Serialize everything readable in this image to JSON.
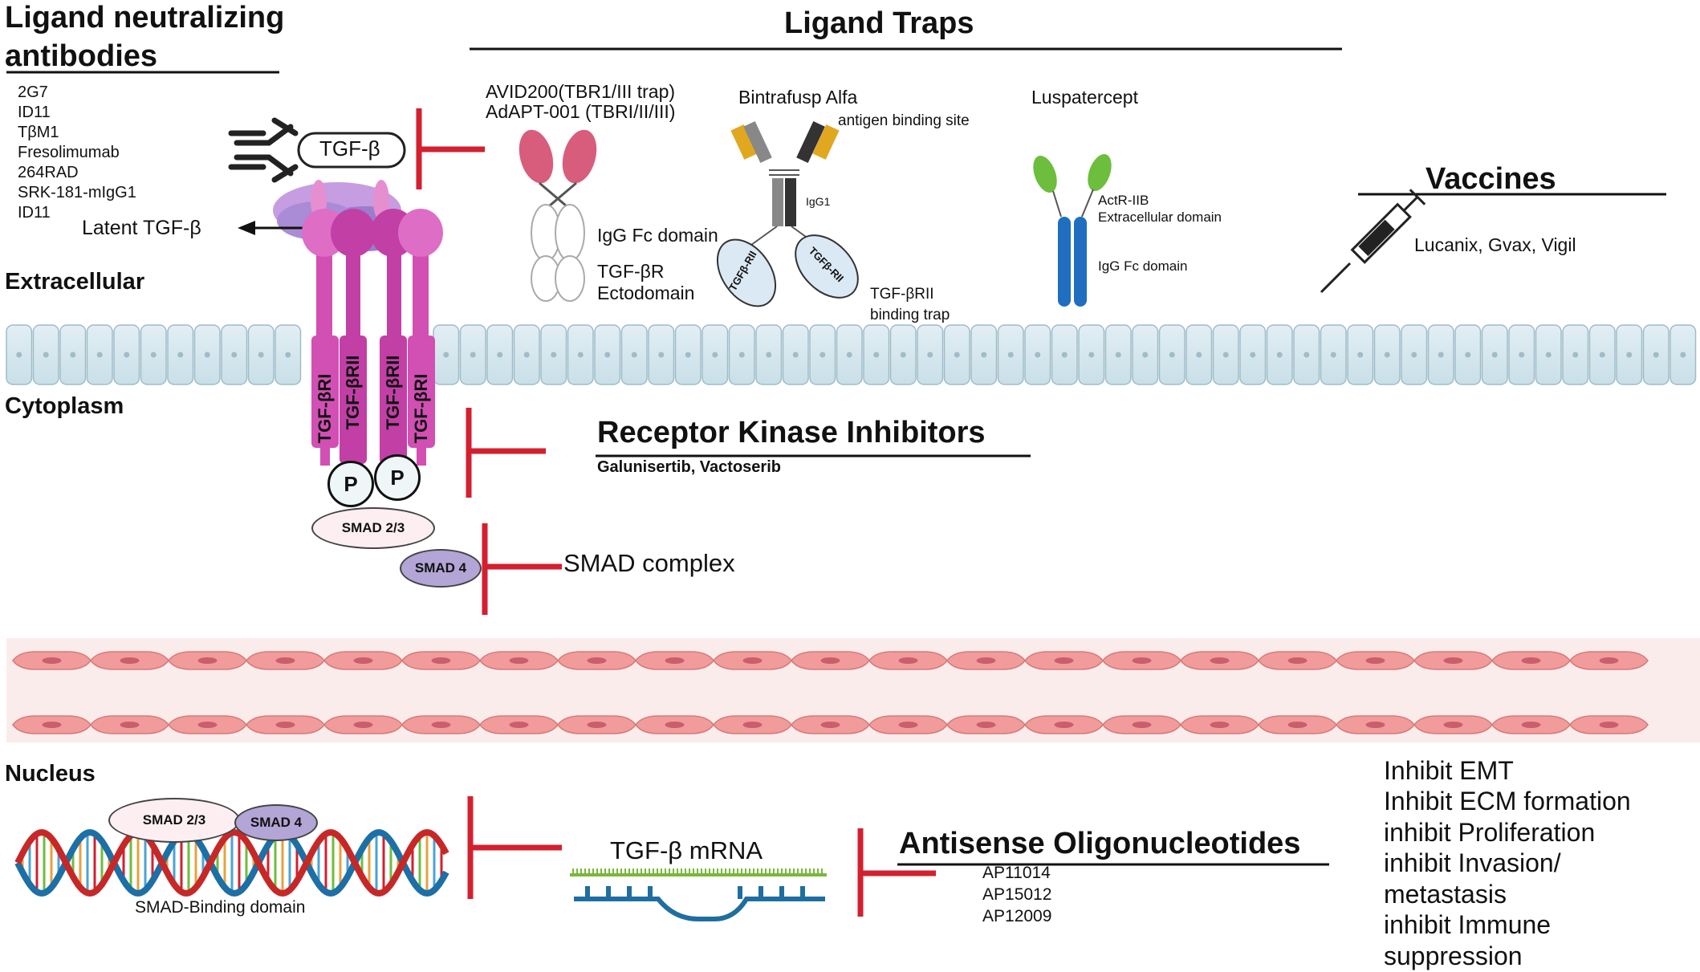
{
  "ligand_antibodies": {
    "title_line1": "Ligand neutralizing",
    "title_line2": "antibodies",
    "items": [
      "2G7",
      "ID11",
      "TβM1",
      "Fresolimumab",
      "264RAD",
      "SRK-181-mIgG1",
      "ID11"
    ],
    "tgf_label": "TGF-β",
    "latent_label": "Latent TGF-β"
  },
  "compartments": {
    "extracellular": "Extracellular",
    "cytoplasm": "Cytoplasm",
    "nucleus": "Nucleus"
  },
  "receptors": [
    "TGF-βRI",
    "TGF-βRII",
    "TGF-βRII",
    "TGF-βRI"
  ],
  "phospho": [
    "P",
    "P"
  ],
  "ligand_traps": {
    "title": "Ligand Traps",
    "avid_line1": "AVID200(TBR1/III trap)",
    "avid_line2": "AdAPT-001 (TBRI/II/III)",
    "igg_fc": "IgG Fc domain",
    "ecto_line1": "TGF-βR",
    "ecto_line2": "Ectodomain",
    "bintrafusp": "Bintrafusp Alfa",
    "antigen_site": "antigen binding site",
    "igg1": "IgG1",
    "tgfb_rii_arm": "TGFβ-RII",
    "trap_line1": "TGF-βRII",
    "trap_line2": "binding trap",
    "luspatercept": "Luspatercept",
    "actr_line1": "ActR-IIB",
    "actr_line2": "Extracellular domain",
    "igg_fc_small": "IgG Fc domain"
  },
  "vaccines": {
    "title": "Vaccines",
    "items": "Lucanix, Gvax, Vigil"
  },
  "kinase": {
    "title": "Receptor Kinase Inhibitors",
    "items": "Galunisertib, Vactoserib"
  },
  "smad": {
    "smad23": "SMAD 2/3",
    "smad4": "SMAD 4",
    "complex": "SMAD complex",
    "binding": "SMAD-Binding domain"
  },
  "mrna": "TGF-β mRNA",
  "antisense": {
    "title": "Antisense Oligonucleotides",
    "items": [
      "AP11014",
      "AP15012",
      "AP12009"
    ]
  },
  "effects": [
    "Inhibit EMT",
    "Inhibit ECM formation",
    "inhibit Proliferation",
    "inhibit Invasion/",
    "metastasis",
    "inhibit Immune",
    "suppression"
  ],
  "colors": {
    "inhibitor_red": "#d3202f",
    "receptor_magenta": "#d24fb4",
    "membrane_blue": "#d6e8ef",
    "endothelial_pink": "#f5a3a3"
  }
}
